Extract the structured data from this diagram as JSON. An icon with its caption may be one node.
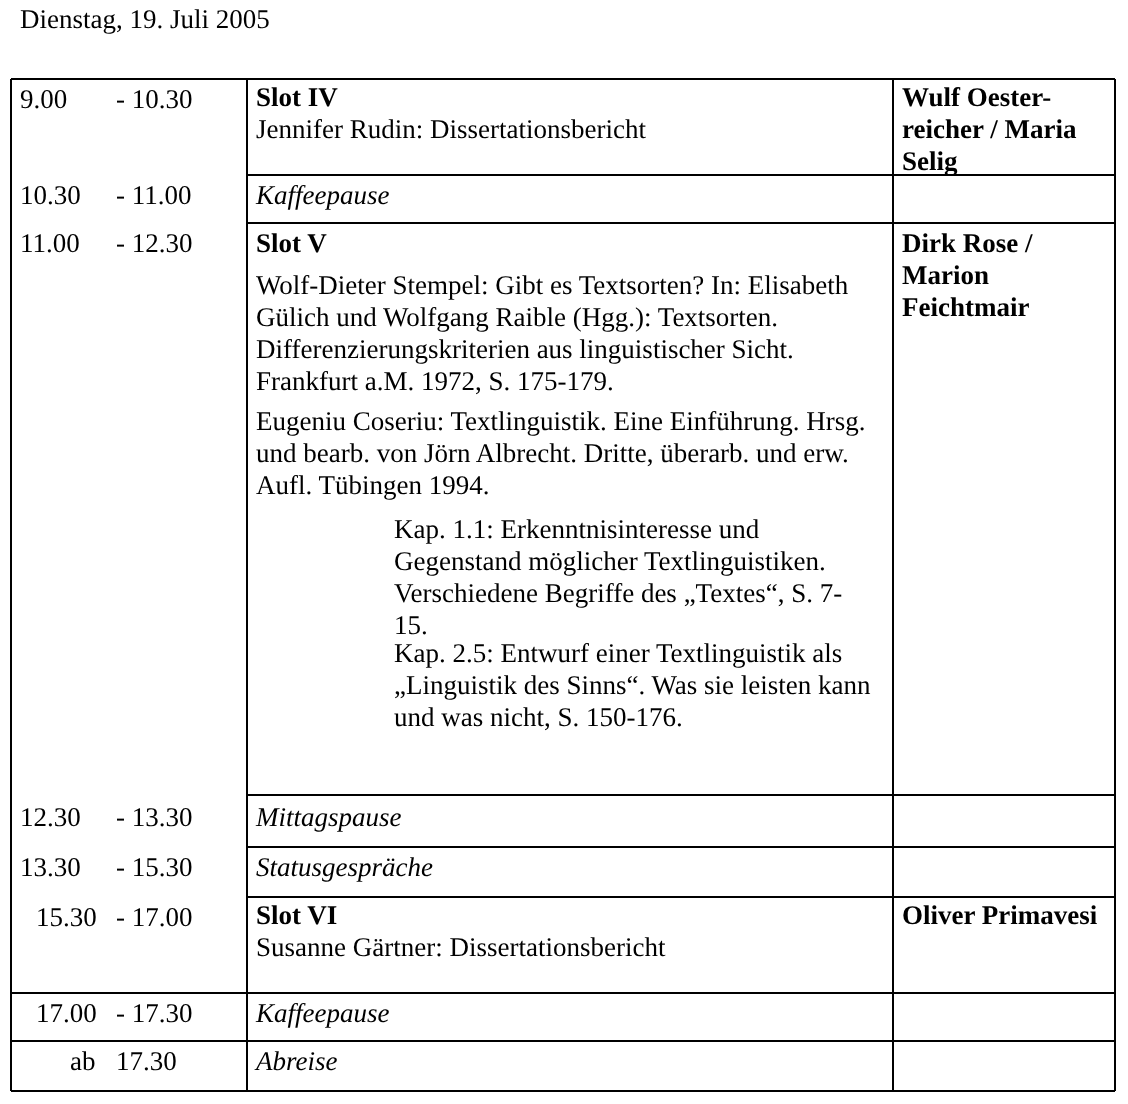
{
  "diagram": {
    "title": "Dienstag, 19. Juli 2005",
    "labels": [
      "9.00",
      "- 10.30",
      "Slot IV",
      "Jennifer Rudin: Dissertationsbericht",
      "Wulf Oester-reicher / Maria Selig",
      "10.30",
      "- 11.00",
      "Kaffeepause",
      "11.00",
      "- 12.30",
      "Slot V",
      "Wolf-Dieter Stempel: Gibt es Textsorten? In: Elisabeth Gülich und Wolfgang Raible (Hgg.): Textsorten. Differenzierungskriterien aus linguistischer Sicht. Frankfurt a.M. 1972, S. 175-179.",
      "Eugeniu Coseriu: Textlinguistik. Eine Einführung. Hrsg. und bearb. von Jörn Albrecht. Dritte, überarb. und erw. Aufl. Tübingen 1994.",
      "Kap. 1.1: Erkenntnisinteresse und Gegenstand möglicher Textlinguistiken. Verschiedene Begriffe des „Textes“, S. 7-15.",
      "Kap. 2.5: Entwurf einer Textlinguistik als „Linguistik des Sinns“. Was sie leisten kann und was nicht, S. 150-176.",
      "Dirk Rose / Marion Feichtmair",
      "12.30",
      "- 13.30",
      "Mittagspause",
      "13.30",
      "- 15.30",
      "Statusgespräche",
      "15.30",
      "- 17.00",
      "Slot VI",
      "Susanne Gärtner: Dissertationsbericht",
      "Oliver Primavesi",
      "17.00",
      "- 17.30",
      "Kaffeepause",
      "ab",
      "17.30",
      "Abreise"
    ]
  }
}
